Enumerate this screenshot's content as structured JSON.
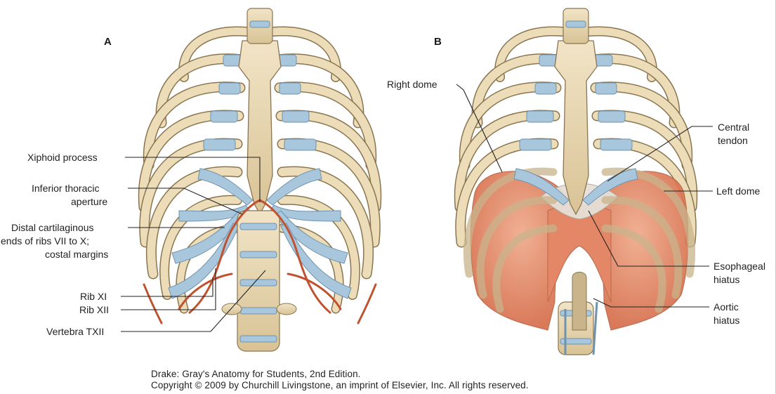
{
  "panels": [
    {
      "id": "A",
      "letter": "A",
      "labels": {
        "xiphoid": "Xiphoid process",
        "ita_1": "Inferior thoracic",
        "ita_2": "aperture",
        "distal_1": "Distal cartilaginous",
        "distal_2": "ends of ribs VII to X;",
        "distal_3": "costal margins",
        "rib11": "Rib XI",
        "rib12": "Rib XII",
        "txii": "Vertebra TXII"
      }
    },
    {
      "id": "B",
      "letter": "B",
      "labels": {
        "right_dome": "Right dome",
        "central_1": "Central",
        "central_2": "tendon",
        "left_dome": "Left dome",
        "esoph_1": "Esophageal",
        "esoph_2": "hiatus",
        "aortic_1": "Aortic",
        "aortic_2": "hiatus"
      }
    }
  ],
  "credit": {
    "line1": "Drake: Gray's Anatomy for Students, 2nd Edition.",
    "line2": "Copyright © 2009 by Churchill Livingstone, an imprint of Elsevier, Inc. All rights reserved."
  },
  "colors": {
    "bone": "#e9d9b6",
    "bone_stroke": "#8a7550",
    "cartilage": "#a8c6dc",
    "costal_margin": "#c0522f",
    "diaphragm": "#e48966",
    "central_tendon": "#e4ddd4"
  }
}
